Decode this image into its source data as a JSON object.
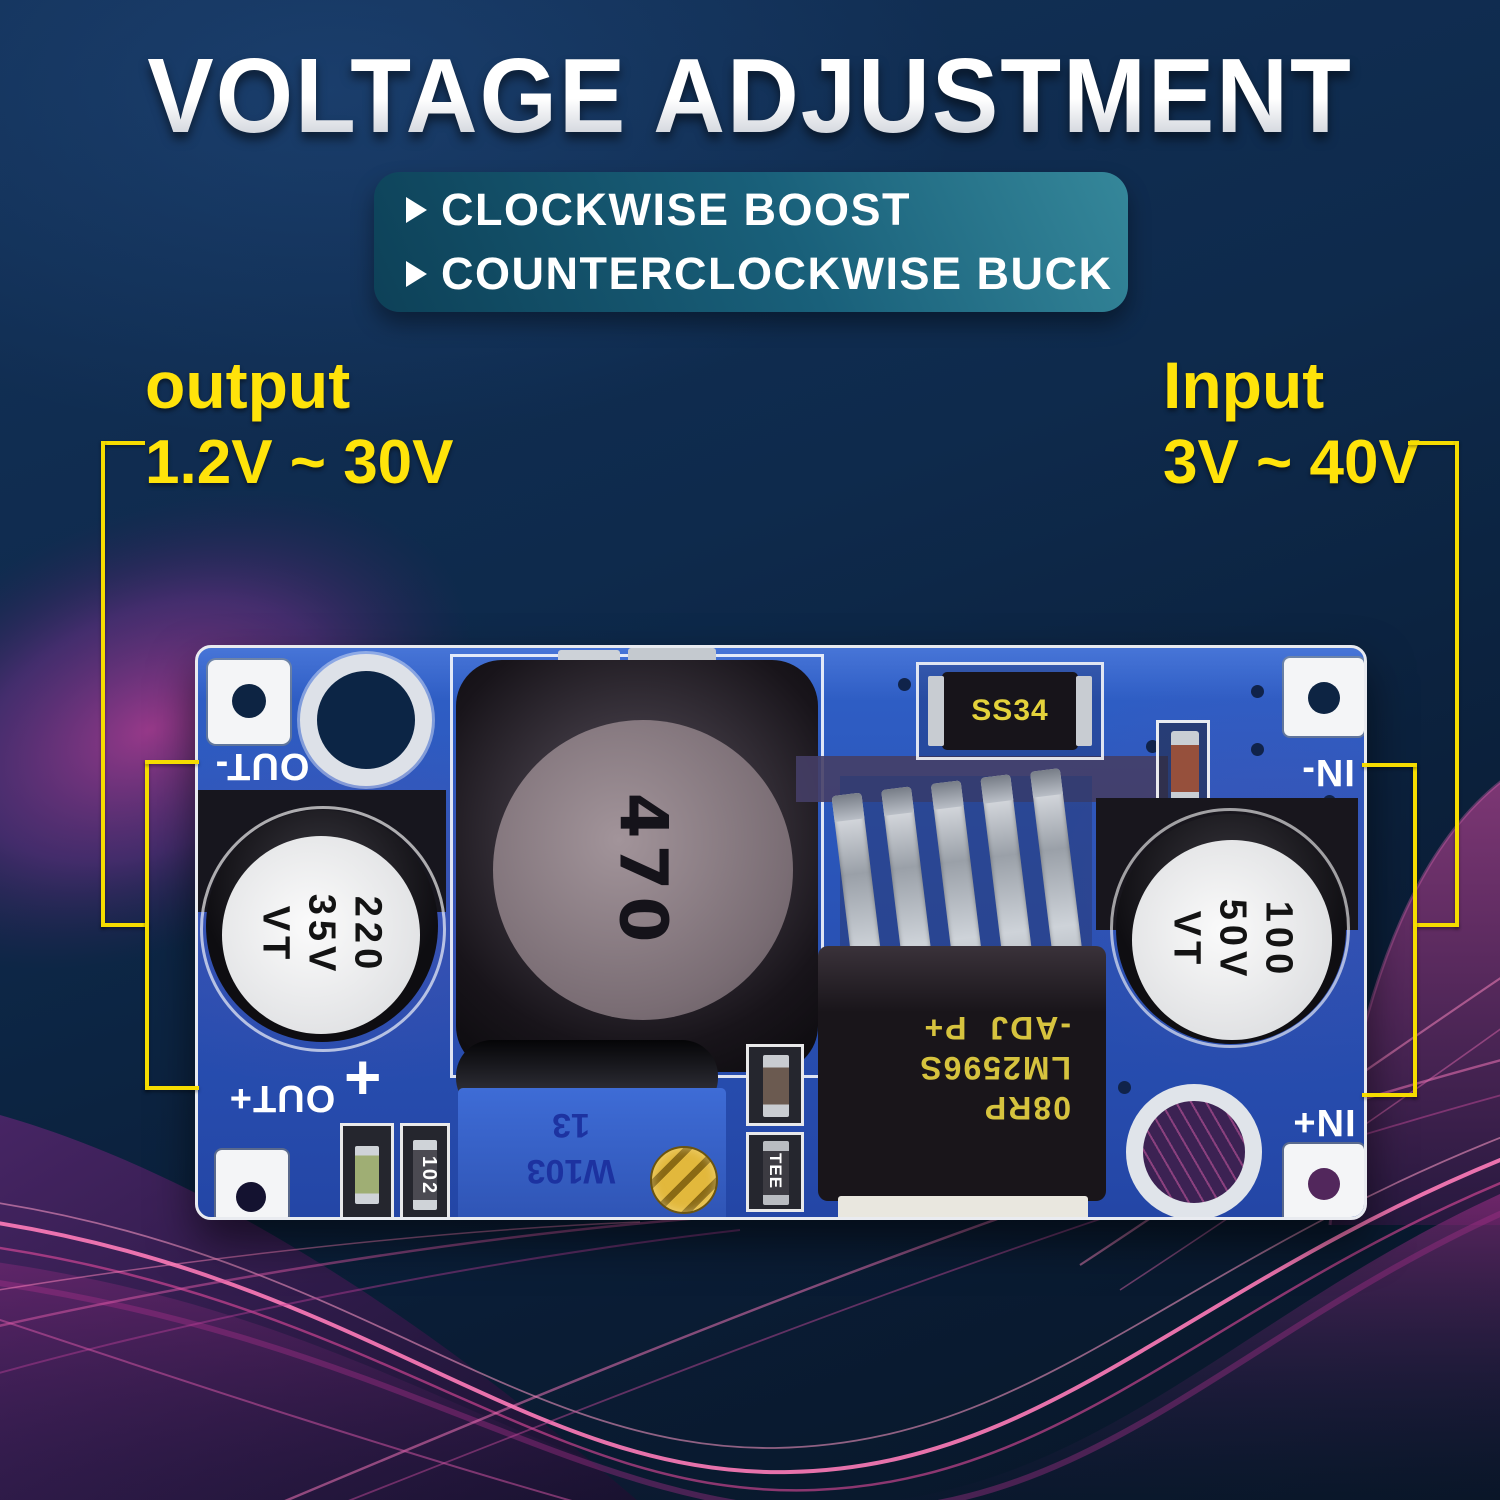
{
  "title": "VOLTAGE ADJUSTMENT",
  "instructions": {
    "items": [
      {
        "label": "CLOCKWISE BOOST"
      },
      {
        "label": "COUNTERCLOCKWISE BUCK"
      }
    ]
  },
  "output_annotation": {
    "name": "output",
    "range": "1.2V ~ 30V"
  },
  "input_annotation": {
    "name": "Input",
    "range": "3V ~ 40V"
  },
  "pcb": {
    "pads": {
      "out_neg": "OUT-",
      "out_pos": "OUT+",
      "plus_mark": "+",
      "in_neg": "IN-",
      "in_pos": "IN+"
    },
    "components": {
      "inductor": "470",
      "diode": "SS34",
      "output_capacitor": {
        "lines": [
          "220",
          "35V",
          "VT"
        ]
      },
      "input_capacitor": {
        "lines": [
          "100",
          "50V",
          "VT"
        ]
      },
      "regulator_ic": {
        "lines": [
          "08RP",
          "LM2596S",
          "-ADJ  P+"
        ]
      },
      "trimmer": {
        "lines": [
          "W103",
          "13"
        ]
      },
      "resistor": "102",
      "smd": "TEE"
    }
  },
  "colors": {
    "accent_yellow": "#ffe30a",
    "bracket_yellow": "#f6dc00",
    "background_navy": "#0e2a4c",
    "teal_panel_light": "#35879a",
    "teal_panel_dark": "#0d4158",
    "pcb_blue": "#2b57bb",
    "wave_magenta": "#c23a97",
    "ic_marking_yellow": "#d6c33e"
  }
}
